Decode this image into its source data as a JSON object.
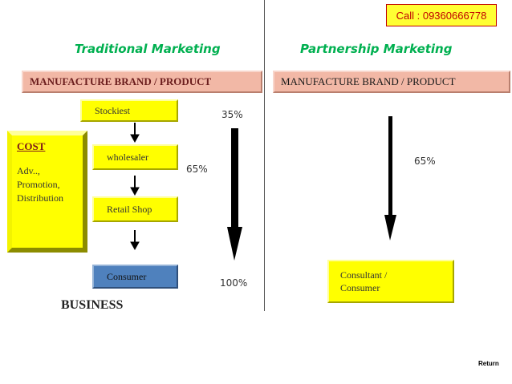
{
  "call_label": "Call : 09360666778",
  "traditional": {
    "heading": "Traditional Marketing",
    "manufacture": "MANUFACTURE BRAND / PRODUCT",
    "chain": [
      "Stockiest",
      "wholesaler",
      "Retail Shop",
      "Consumer"
    ],
    "cost": {
      "title": "COST",
      "body": "Adv.., Promotion, Distribution"
    },
    "pct_top": "35%",
    "pct_middle": "65%",
    "pct_bottom": "100%",
    "business": "BUSINESS"
  },
  "partnership": {
    "heading": "Partnership Marketing",
    "manufacture": "MANUFACTURE BRAND / PRODUCT",
    "pct": "65%",
    "consumer": "Consultant / Consumer"
  },
  "return_label": "Return",
  "colors": {
    "heading": "#00b050",
    "box_yellow": "#ffff00",
    "box_blue": "#4f81bd",
    "bar_salmon": "#f2b8a6",
    "call_border": "#c00000"
  }
}
